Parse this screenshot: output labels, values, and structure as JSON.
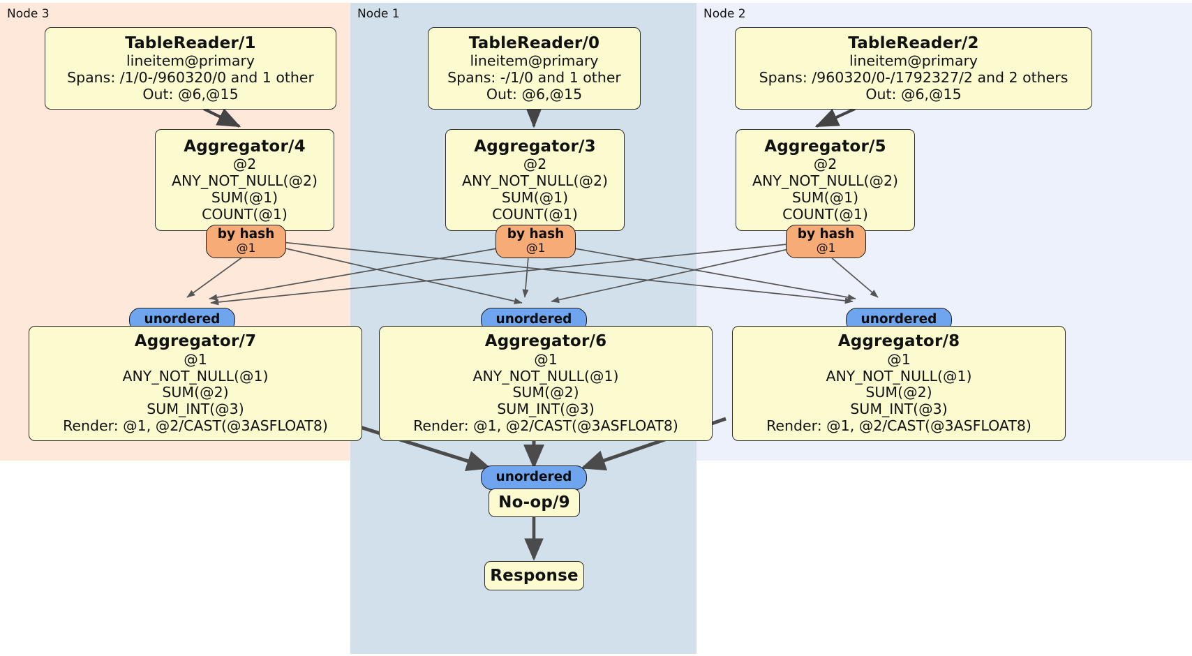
{
  "diagram": {
    "kind": "distributed-query-plan",
    "regions": [
      {
        "id": "node3",
        "label": "Node 3",
        "color": "#FDE8DA"
      },
      {
        "id": "node1",
        "label": "Node 1",
        "color": "#D2E0EB"
      },
      {
        "id": "node2",
        "label": "Node 2",
        "color": "#EDF1FB"
      }
    ],
    "colors": {
      "processor_fill": "#FBFBCF",
      "processor_stroke": "#2B2B2B",
      "hash_router": "#F7AB77",
      "unordered_synchronizer": "#6EA5EE",
      "edge": "#444444"
    },
    "processors": [
      {
        "id": "tablereader-1",
        "title": "TableReader/1",
        "lines": [
          "lineitem@primary",
          "Spans: /1/0-/960320/0 and 1 other",
          "Out: @6,@15"
        ],
        "region": "node3"
      },
      {
        "id": "tablereader-0",
        "title": "TableReader/0",
        "lines": [
          "lineitem@primary",
          "Spans: -/1/0 and 1 other",
          "Out: @6,@15"
        ],
        "region": "node1"
      },
      {
        "id": "tablereader-2",
        "title": "TableReader/2",
        "lines": [
          "lineitem@primary",
          "Spans: /960320/0-/1792327/2 and 2 others",
          "Out: @6,@15"
        ],
        "region": "node2"
      },
      {
        "id": "aggregator-4",
        "title": "Aggregator/4",
        "lines": [
          "@2",
          "ANY_NOT_NULL(@2)",
          "SUM(@1)",
          "COUNT(@1)"
        ],
        "region": "node3"
      },
      {
        "id": "aggregator-3",
        "title": "Aggregator/3",
        "lines": [
          "@2",
          "ANY_NOT_NULL(@2)",
          "SUM(@1)",
          "COUNT(@1)"
        ],
        "region": "node1"
      },
      {
        "id": "aggregator-5",
        "title": "Aggregator/5",
        "lines": [
          "@2",
          "ANY_NOT_NULL(@2)",
          "SUM(@1)",
          "COUNT(@1)"
        ],
        "region": "node2"
      },
      {
        "id": "aggregator-7",
        "title": "Aggregator/7",
        "lines": [
          "@1",
          "ANY_NOT_NULL(@1)",
          "SUM(@2)",
          "SUM_INT(@3)",
          "Render: @1, @2/CAST(@3ASFLOAT8)"
        ],
        "region": "node3"
      },
      {
        "id": "aggregator-6",
        "title": "Aggregator/6",
        "lines": [
          "@1",
          "ANY_NOT_NULL(@1)",
          "SUM(@2)",
          "SUM_INT(@3)",
          "Render: @1, @2/CAST(@3ASFLOAT8)"
        ],
        "region": "node1"
      },
      {
        "id": "aggregator-8",
        "title": "Aggregator/8",
        "lines": [
          "@1",
          "ANY_NOT_NULL(@1)",
          "SUM(@2)",
          "SUM_INT(@3)",
          "Render: @1, @2/CAST(@3ASFLOAT8)"
        ],
        "region": "node2"
      },
      {
        "id": "noop-9",
        "title": "No-op/9",
        "lines": [],
        "region": "node1"
      },
      {
        "id": "response",
        "title": "Response",
        "lines": [],
        "region": "node1"
      }
    ],
    "routers": [
      {
        "id": "hash-left",
        "label": "by hash",
        "sublabel": "@1",
        "type": "hash",
        "region": "node3"
      },
      {
        "id": "hash-mid",
        "label": "by hash",
        "sublabel": "@1",
        "type": "hash",
        "region": "node1"
      },
      {
        "id": "hash-right",
        "label": "by hash",
        "sublabel": "@1",
        "type": "hash",
        "region": "node2"
      }
    ],
    "synchronizers": [
      {
        "id": "sync-left",
        "label": "unordered",
        "region": "node3"
      },
      {
        "id": "sync-mid",
        "label": "unordered",
        "region": "node1"
      },
      {
        "id": "sync-right",
        "label": "unordered",
        "region": "node2"
      },
      {
        "id": "sync-final",
        "label": "unordered",
        "region": "node1"
      }
    ]
  }
}
